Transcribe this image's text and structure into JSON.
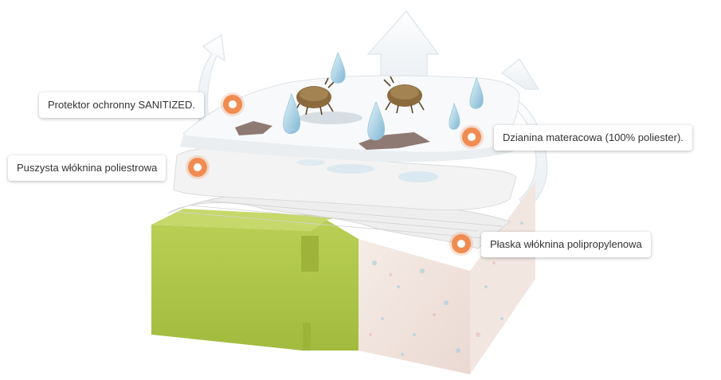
{
  "hotspots": [
    {
      "id": "sanitized-protector",
      "label": "Protektor ochronny SANITIZED."
    },
    {
      "id": "knitted-fabric",
      "label": "Dzianina materacowa (100% poliester)."
    },
    {
      "id": "fluffy-polyester-nonwoven",
      "label": "Puszysta włóknina poliestrowa"
    },
    {
      "id": "flat-polypropylene-nonwoven",
      "label": "Płaska włóknina polipropylenowa"
    }
  ],
  "colors": {
    "hotspot": "#f08c52",
    "foam_green": "#b2c84a",
    "label_text": "#333333"
  }
}
